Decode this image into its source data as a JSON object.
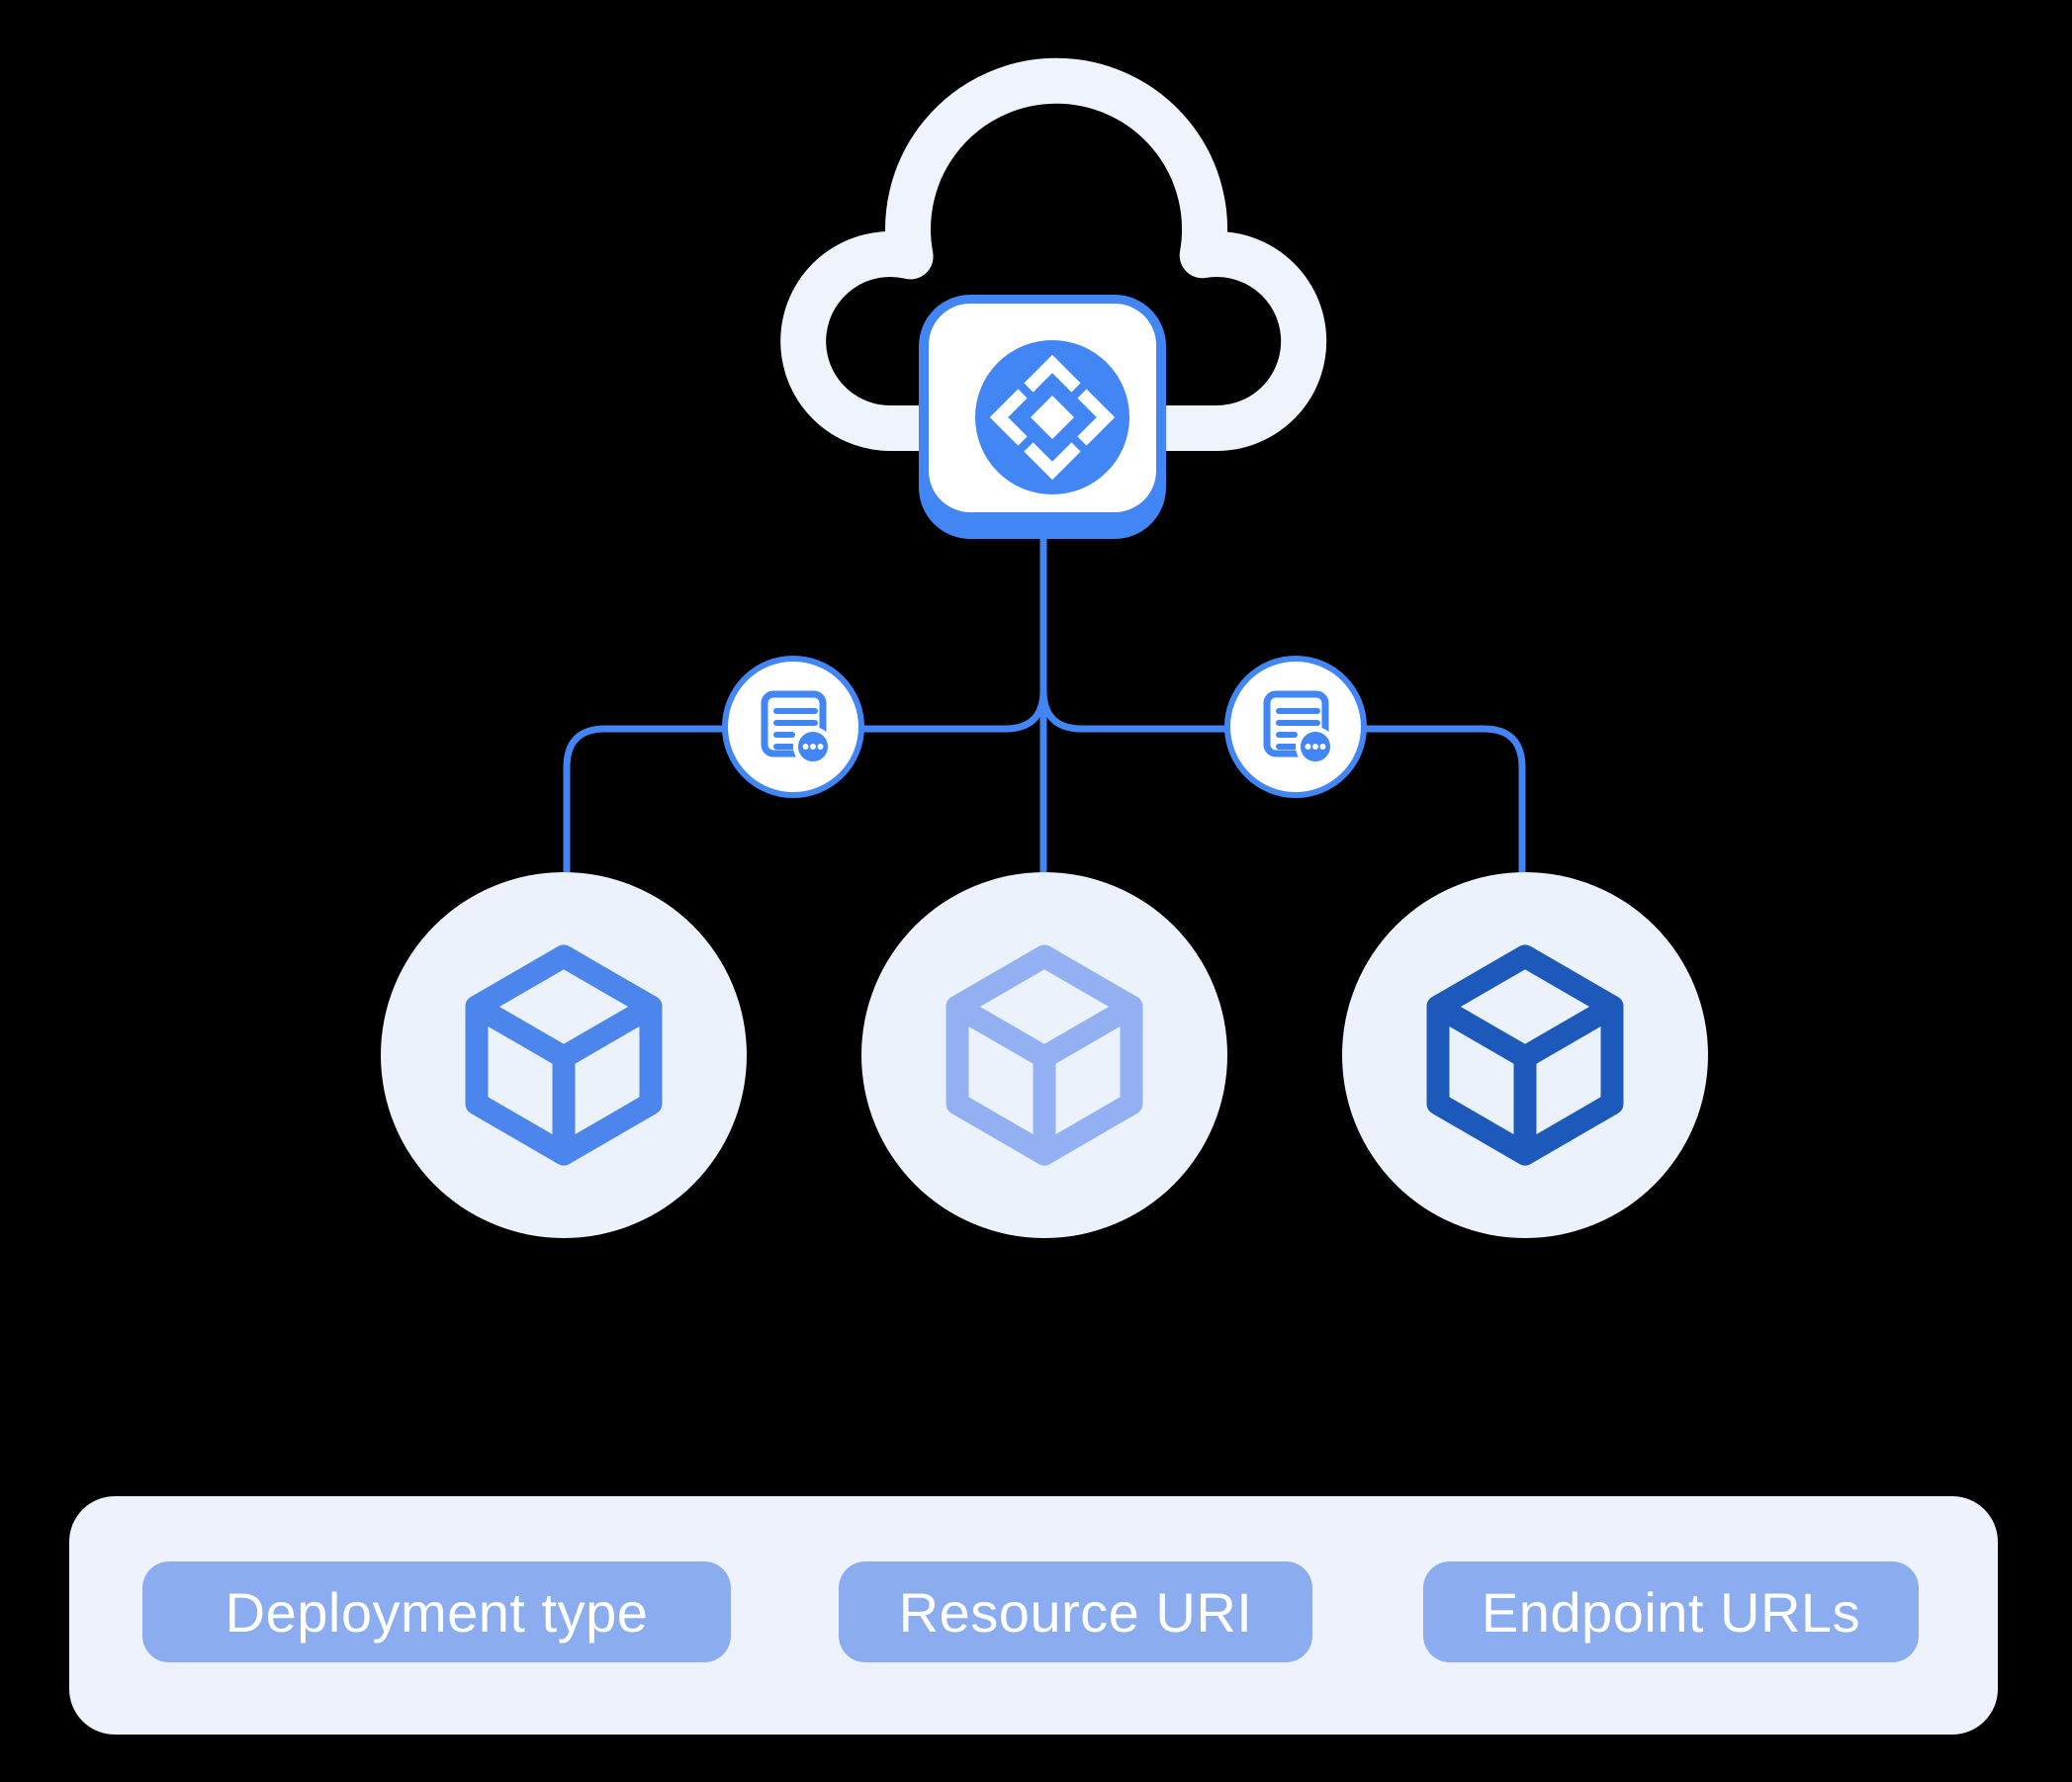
{
  "diagram": {
    "description": "Cloud service fan-out diagram: a cloud-hosted service icon connects to three deployment cubes; two connector lines carry document-note badges",
    "cloud_icon": "cloud-outline",
    "root_icon": "service-diamond-mesh-icon",
    "note_icon": "document-ellipsis-icon",
    "node_icons": [
      "cube-icon-medium-blue",
      "cube-icon-light-blue",
      "cube-icon-dark-blue"
    ]
  },
  "legend": {
    "items": [
      {
        "label": "Deployment type"
      },
      {
        "label": "Resource URI"
      },
      {
        "label": "Endpoint URLs"
      }
    ]
  },
  "colors": {
    "background": "#000000",
    "primary_blue": "#4285F4",
    "cloud_outline": "#EFF3FC",
    "node_circle_fill": "#ECF2FC",
    "cube_left": "#4C86EC",
    "cube_middle": "#93B1F2",
    "cube_right": "#1C59BB",
    "legend_panel": "#EDF2FD",
    "legend_pill": "#8CACF0",
    "legend_text": "#FFFFFF"
  }
}
